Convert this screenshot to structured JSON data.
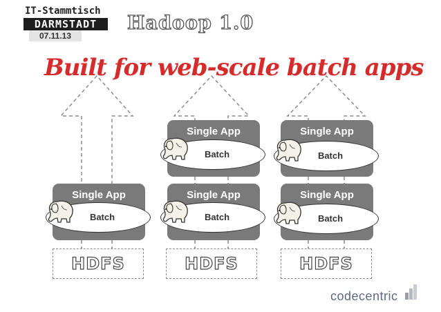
{
  "logo": {
    "line1": "IT-Stammtisch",
    "line2": "DARMSTADT",
    "date": "07.11.13"
  },
  "slide_title": "Hadoop 1.0",
  "headline": "Built for web-scale batch apps",
  "columns": [
    {
      "hdfs_label": "HDFS",
      "apps": [
        {
          "title": "Single App",
          "workload": "Batch"
        }
      ]
    },
    {
      "hdfs_label": "HDFS",
      "apps": [
        {
          "title": "Single App",
          "workload": "Batch"
        },
        {
          "title": "Single App",
          "workload": "Batch"
        }
      ]
    },
    {
      "hdfs_label": "HDFS",
      "apps": [
        {
          "title": "Single App",
          "workload": "Batch"
        },
        {
          "title": "Single App",
          "workload": "Batch"
        }
      ]
    }
  ],
  "brand": {
    "name": "codecentric",
    "icon": "codecentric-logo-icon"
  },
  "colors": {
    "headline": "#d62b2b",
    "app_box": "#7a7a7a",
    "brand_text": "#5a6a86"
  }
}
